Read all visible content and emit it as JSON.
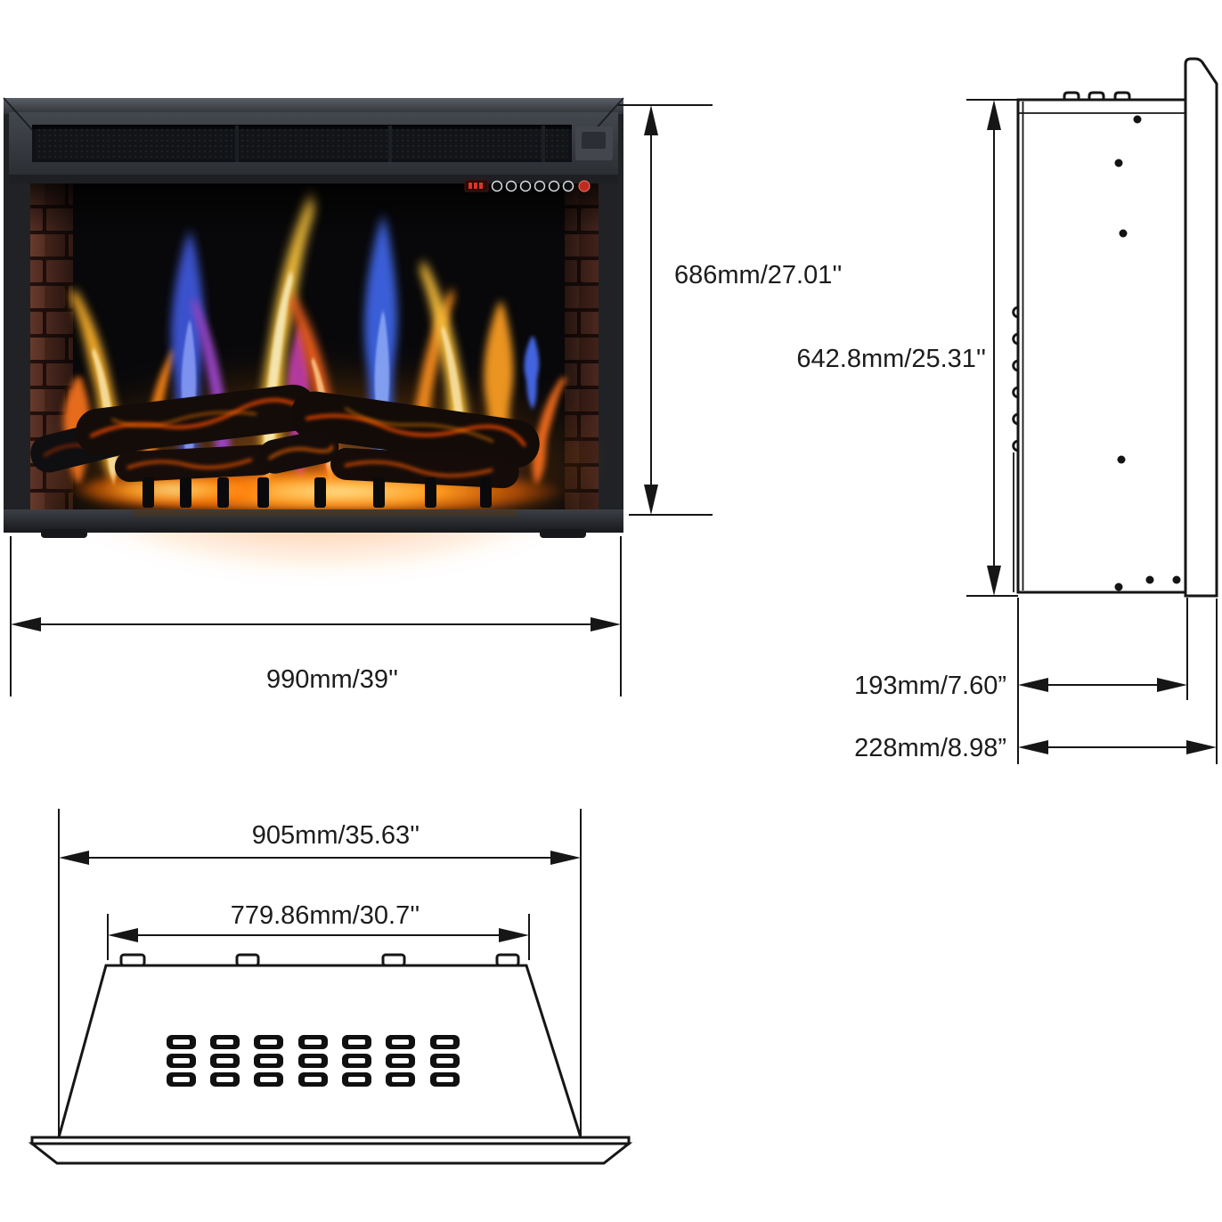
{
  "diagram": {
    "title_hint": "electric fireplace insert dimension drawing",
    "front_view": {
      "height_label": "686mm/27.01''",
      "width_label": "990mm/39''",
      "controls": {
        "display": "led-display",
        "button_count": "7",
        "power_button_color": "#c0392b"
      }
    },
    "side_view": {
      "height_label": "642.8mm/25.31''",
      "depth_inner_label": "193mm/7.60”",
      "depth_outer_label": "228mm/8.98”"
    },
    "top_view": {
      "outer_width_label": "905mm/35.63''",
      "inner_width_label": "779.86mm/30.7''"
    },
    "colors": {
      "line": "#161616",
      "frame_dark": "#2a2d31",
      "brick": "#6a392c",
      "flame_yellow": "#ffc83d",
      "flame_orange": "#f2611b",
      "flame_blue": "#3c62e0",
      "flame_purple": "#9a45c6",
      "ember_glow": "#ff8a00"
    }
  }
}
